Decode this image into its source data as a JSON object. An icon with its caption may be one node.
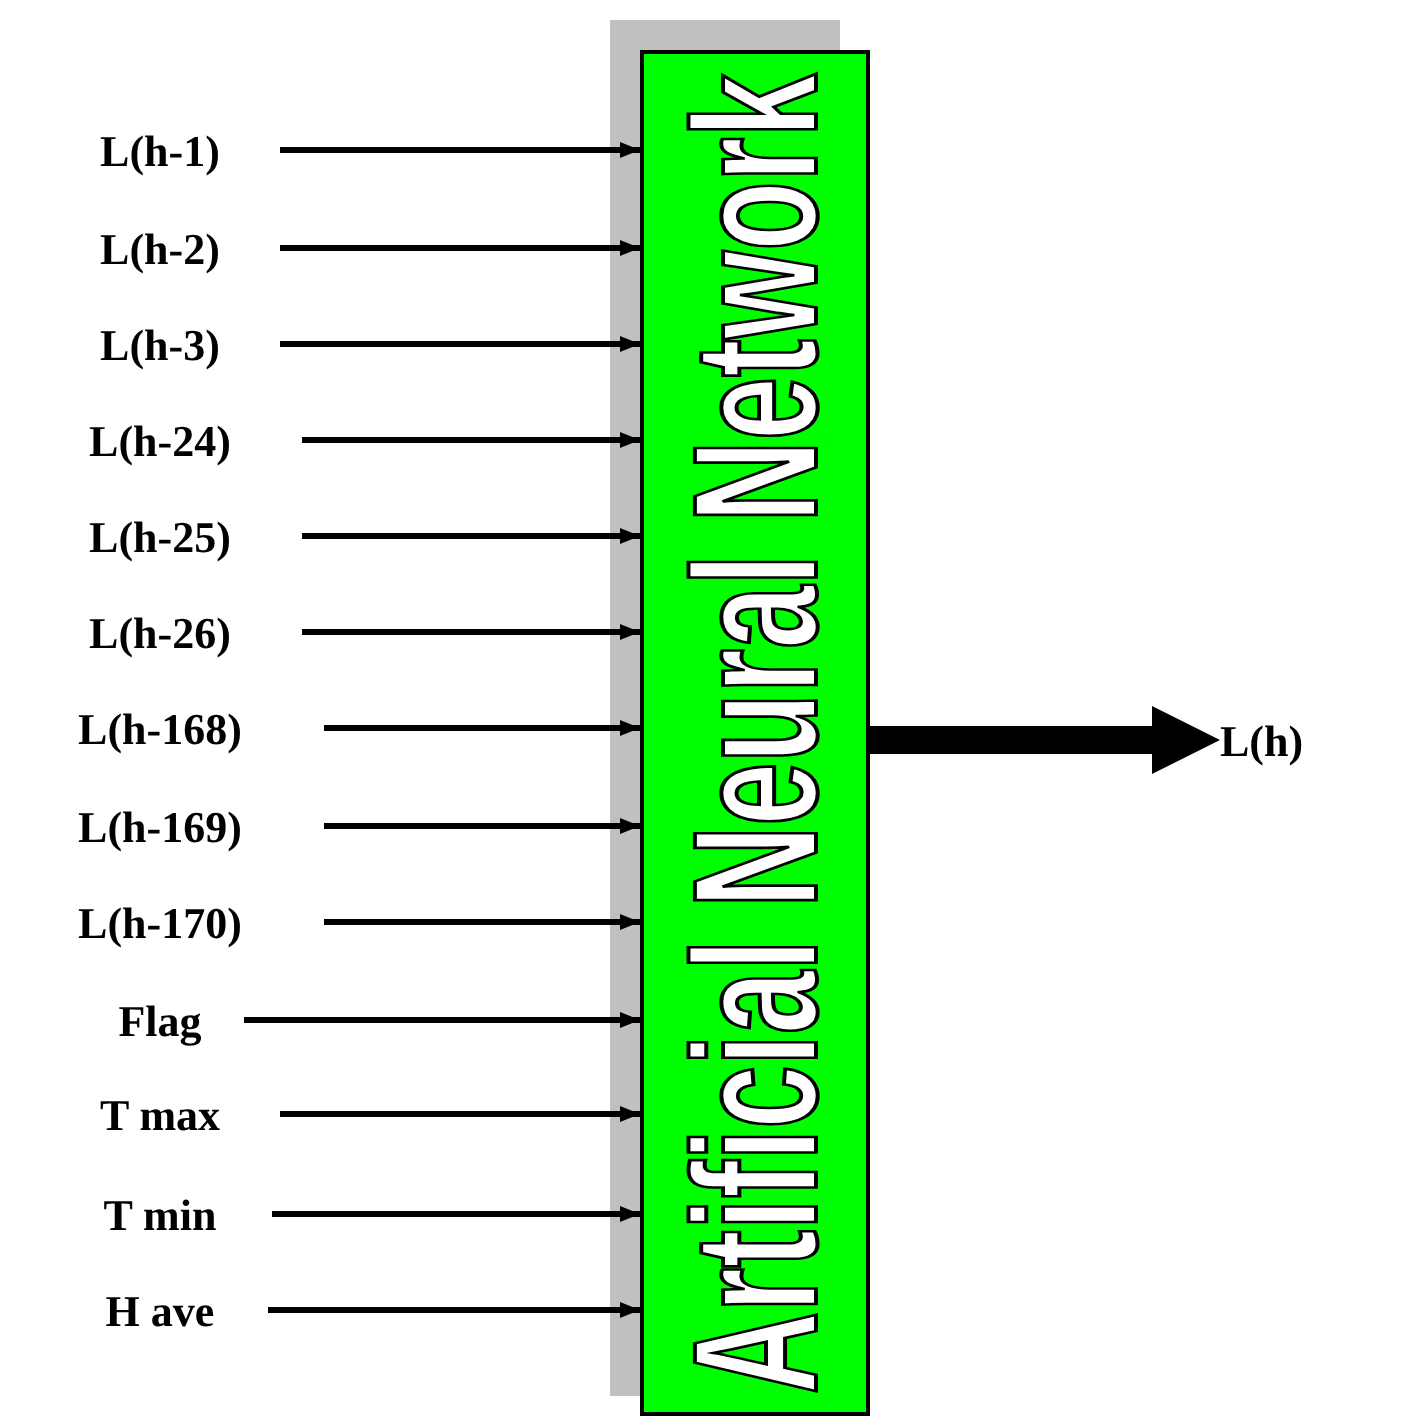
{
  "diagram": {
    "nodes": [
      {
        "text": [
          "L(h-1)"
        ]
      },
      {
        "text": [
          "L(h-2)"
        ]
      },
      {
        "text": [
          "L(h-3)"
        ]
      },
      {
        "text": [
          "L(h-24)"
        ]
      },
      {
        "text": [
          "L(h-25)"
        ]
      },
      {
        "text": [
          "L(h-26)"
        ]
      },
      {
        "text": [
          "L(h-168)"
        ]
      },
      {
        "text": [
          "L(h-169)"
        ]
      },
      {
        "text": [
          "L(h-170)"
        ]
      },
      {
        "text": [
          "Flag"
        ]
      },
      {
        "text": [
          "T max"
        ]
      },
      {
        "text": [
          "T min"
        ]
      },
      {
        "text": [
          "H ave"
        ]
      },
      {
        "text": [
          "Artificial Neural Network"
        ]
      },
      {
        "text": [
          "L(h)"
        ]
      }
    ],
    "edges": [
      {
        "from": 0,
        "to": 13,
        "arrow": "to"
      },
      {
        "from": 1,
        "to": 13,
        "arrow": "to"
      },
      {
        "from": 2,
        "to": 13,
        "arrow": "to"
      },
      {
        "from": 3,
        "to": 13,
        "arrow": "to"
      },
      {
        "from": 4,
        "to": 13,
        "arrow": "to"
      },
      {
        "from": 5,
        "to": 13,
        "arrow": "to"
      },
      {
        "from": 6,
        "to": 13,
        "arrow": "to"
      },
      {
        "from": 7,
        "to": 13,
        "arrow": "to"
      },
      {
        "from": 8,
        "to": 13,
        "arrow": "to"
      },
      {
        "from": 9,
        "to": 13,
        "arrow": "to"
      },
      {
        "from": 10,
        "to": 13,
        "arrow": "to"
      },
      {
        "from": 11,
        "to": 13,
        "arrow": "to"
      },
      {
        "from": 12,
        "to": 13,
        "arrow": "to"
      },
      {
        "from": 13,
        "to": 14,
        "arrow": "to",
        "style": "thick"
      }
    ]
  }
}
